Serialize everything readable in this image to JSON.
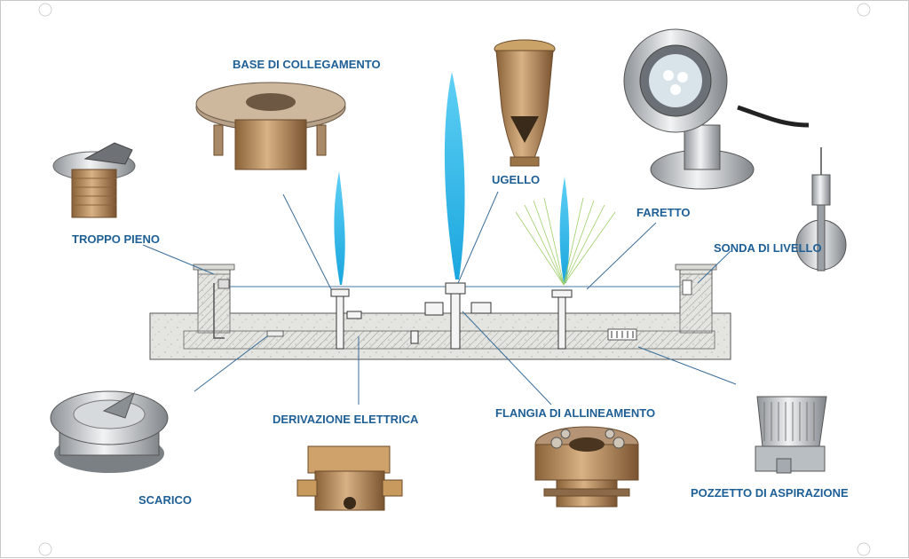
{
  "labels": {
    "base_collegamento": "BASE DI COLLEGAMENTO",
    "ugello": "UGELLO",
    "faretto": "FARETTO",
    "troppo_pieno": "TROPPO PIENO",
    "sonda_livello": "SONDA DI LIVELLO",
    "derivazione_elettrica": "DERIVAZIONE ELETTRICA",
    "flangia_allineamento": "FLANGIA DI ALLINEAMENTO",
    "scarico": "SCARICO",
    "pozzetto_aspirazione": "POZZETTO DI ASPIRAZIONE"
  },
  "colors": {
    "label_text": "#1e5f96",
    "water_jet": "#1fb3e6",
    "bronze": "#b58a5a",
    "steel": "#c9ccd0",
    "concrete": "#e2e2de"
  },
  "icons": [
    "overflow-fitting-icon",
    "connection-base-icon",
    "nozzle-icon",
    "spotlight-icon",
    "level-probe-icon",
    "drain-icon",
    "junction-box-icon",
    "flange-icon",
    "suction-sump-icon"
  ]
}
